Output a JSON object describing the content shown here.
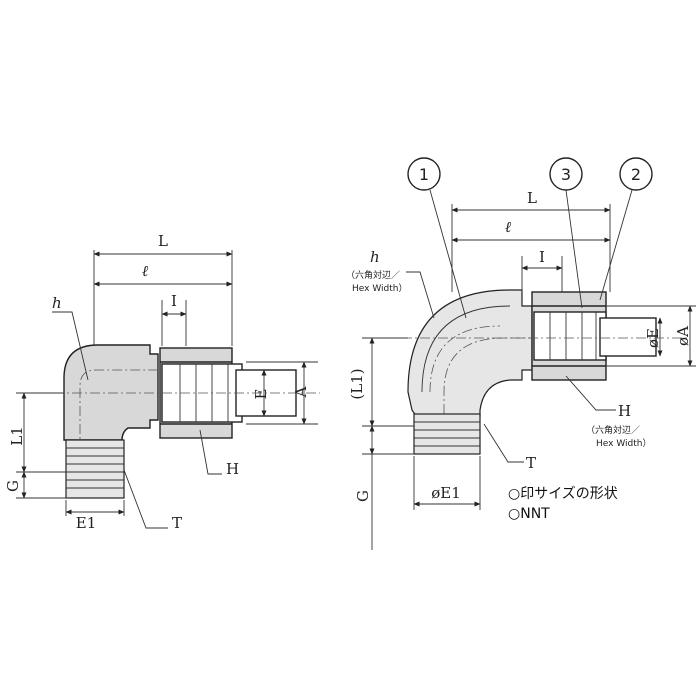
{
  "left_view": {
    "labels": {
      "L": "L",
      "l": "ℓ",
      "I": "I",
      "h": "h",
      "E": "E",
      "A": "A",
      "L1": "L1",
      "G": "G",
      "H": "H",
      "E1": "E1",
      "T": "T"
    }
  },
  "right_view": {
    "labels": {
      "L": "L",
      "l": "ℓ",
      "I": "I",
      "h": "h",
      "h_note": "（六角対辺／",
      "h_note2": "Hex Width）",
      "E": "øE",
      "A": "øA",
      "L1": "(L1)",
      "G": "G",
      "H": "H",
      "H_note": "（六角対辺／",
      "H_note2": "Hex Width）",
      "E1": "øE1",
      "T": "T",
      "callout_1": "1",
      "callout_2": "2",
      "callout_3": "3"
    }
  },
  "notes": {
    "line1": "○印サイズの形状",
    "line2": "○NNT"
  }
}
